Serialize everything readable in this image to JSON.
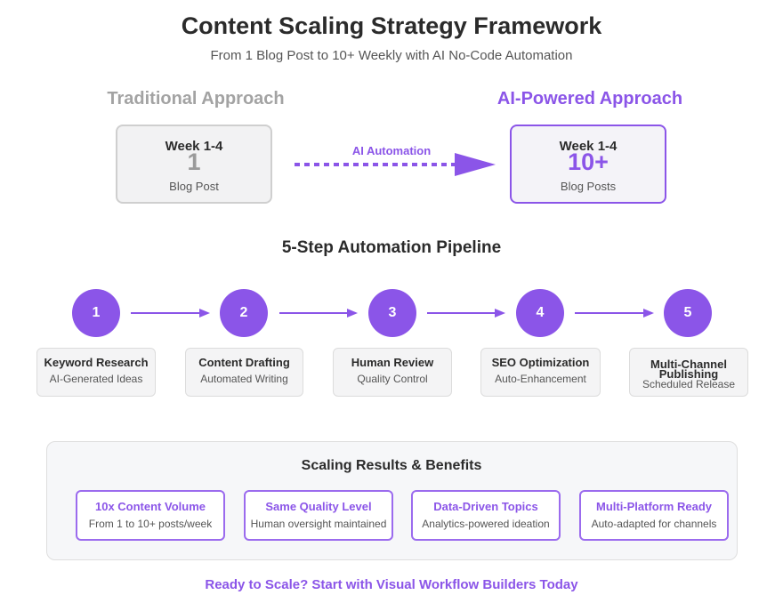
{
  "header": {
    "title": "Content Scaling Strategy Framework",
    "subtitle": "From 1 Blog Post to 10+ Weekly with AI No-Code Automation"
  },
  "comparison": {
    "traditional": {
      "heading": "Traditional Approach",
      "week_label": "Week 1-4",
      "number": "1",
      "unit": "Blog Post"
    },
    "transition_label": "AI Automation",
    "ai_powered": {
      "heading": "AI-Powered Approach",
      "week_label": "Week 1-4",
      "number": "10+",
      "unit": "Blog Posts"
    }
  },
  "pipeline": {
    "title": "5-Step Automation Pipeline",
    "steps": [
      {
        "number": "1",
        "name": "Keyword Research",
        "description": "AI-Generated Ideas"
      },
      {
        "number": "2",
        "name": "Content Drafting",
        "description": "Automated Writing"
      },
      {
        "number": "3",
        "name": "Human Review",
        "description": "Quality Control"
      },
      {
        "number": "4",
        "name": "SEO Optimization",
        "description": "Auto-Enhancement"
      },
      {
        "number": "5",
        "name_line1": "Multi-Channel",
        "name_line2": "Publishing",
        "description": "Scheduled Release"
      }
    ]
  },
  "results": {
    "title": "Scaling Results & Benefits",
    "benefits": [
      {
        "title": "10x Content Volume",
        "description": "From 1 to 10+ posts/week"
      },
      {
        "title": "Same Quality Level",
        "description": "Human oversight maintained"
      },
      {
        "title": "Data-Driven Topics",
        "description": "Analytics-powered ideation"
      },
      {
        "title": "Multi-Platform Ready",
        "description": "Auto-adapted for channels"
      }
    ]
  },
  "cta": "Ready to Scale? Start with Visual Workflow Builders Today",
  "colors": {
    "accent": "#8b55e8",
    "muted": "#a3a3a3",
    "text": "#2b2b2b"
  }
}
